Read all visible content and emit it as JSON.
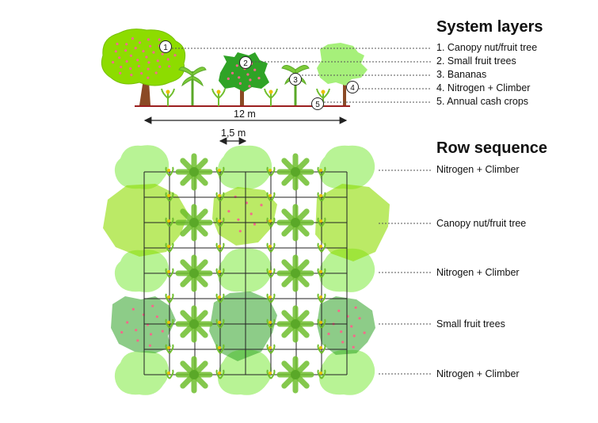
{
  "system_layers": {
    "title": "System layers",
    "items": [
      "1. Canopy nut/fruit tree",
      "2. Small fruit trees",
      "3. Bananas",
      "4. Nitrogen + Climber",
      "5. Annual cash crops"
    ],
    "markers": [
      "1",
      "2",
      "3",
      "4",
      "5"
    ],
    "width_label": "12 m",
    "spacing_label": "1,5 m"
  },
  "row_sequence": {
    "title": "Row sequence",
    "rows": [
      "Nitrogen + Climber",
      "Canopy nut/fruit tree",
      "Nitrogen + Climber",
      "Small fruit trees",
      "Nitrogen + Climber"
    ]
  },
  "colors": {
    "canopy": "#8ddc00",
    "small_fruit": "#2fa326",
    "nitrogen": "#a6f07a",
    "banana": "#7ecb3a",
    "trunk": "#8b4a25",
    "fruit_dot": "#f46a8a",
    "ground": "#9b1f1f",
    "grid": "#222222"
  }
}
